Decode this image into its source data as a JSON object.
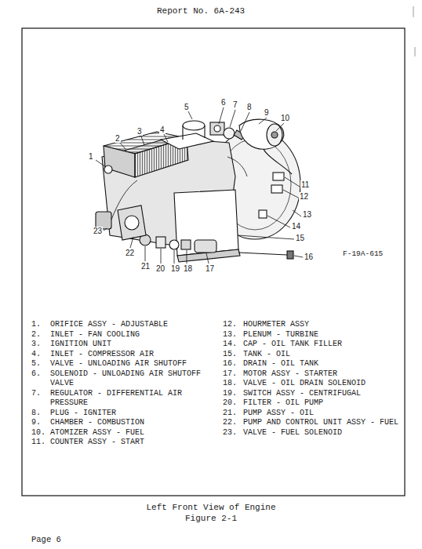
{
  "diagram": {
    "caption": "Left Front View of Engine",
    "labels": [
      "Report No. 6A-243",
      "1",
      "2",
      "3",
      "4",
      "5",
      "6",
      "7",
      "8",
      "9",
      "10",
      "11",
      "12",
      "13",
      "14",
      "15",
      "16",
      "17",
      "18",
      "19",
      "20",
      "21",
      "22",
      "23",
      "F-19A-615",
      "1.",
      "ORIFICE ASSY - ADJUSTABLE",
      "2.",
      "INLET - FAN COOLING",
      "3.",
      "IGNITION UNIT",
      "4.",
      "INLET - COMPRESSOR AIR",
      "5.",
      "VALVE - UNLOADING AIR SHUTOFF",
      "6.",
      "SOLENOID - UNLOADING AIR SHUTOFF VALVE",
      "7.",
      "REGULATOR - DIFFERENTIAL AIR PRESSURE",
      "8.",
      "PLUG - IGNITER",
      "9.",
      "CHAMBER - COMBUSTION",
      "10.",
      "ATOMIZER ASSY - FUEL",
      "11.",
      "COUNTER ASSY - START",
      "12.",
      "HOURMETER ASSY",
      "13.",
      "PLENUM - TURBINE",
      "14.",
      "CAP - OIL TANK FILLER",
      "15.",
      "TANK - OIL",
      "16.",
      "DRAIN - OIL TANK",
      "17.",
      "MOTOR ASSY - STARTER",
      "18.",
      "VALVE - OIL DRAIN SOLENOID",
      "19.",
      "SWITCH ASSY - CENTRIFUGAL",
      "20.",
      "FILTER - OIL PUMP",
      "21.",
      "PUMP ASSY - OIL",
      "22.",
      "PUMP AND CONTROL UNIT ASSY - FUEL",
      "23.",
      "VALVE - FUEL SOLENOID",
      "Figure 2-1",
      "Page 6"
    ]
  }
}
